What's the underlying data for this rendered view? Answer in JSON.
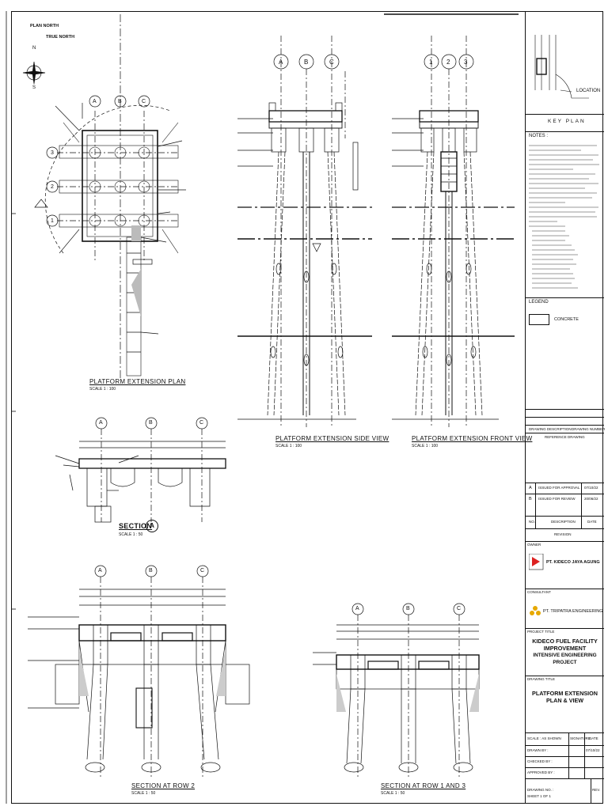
{
  "plan": {
    "north_labels": [
      "PLAN NORTH",
      "TRUE NORTH"
    ],
    "compass_letters": [
      "N",
      "S"
    ],
    "grid_cols": [
      "A",
      "B",
      "C"
    ],
    "grid_rows": [
      "3",
      "2",
      "1"
    ],
    "caption": "PLATFORM EXTENSION PLAN",
    "scale": "SCALE 1 : 100"
  },
  "side_view": {
    "grid": [
      "A",
      "B",
      "C"
    ],
    "caption": "PLATFORM EXTENSION SIDE VIEW",
    "scale": "SCALE 1 : 100"
  },
  "front_view": {
    "grid": [
      "1",
      "2",
      "3"
    ],
    "caption": "PLATFORM EXTENSION FRONT VIEW",
    "scale": "SCALE 1 : 100"
  },
  "section_a": {
    "grid": [
      "A",
      "B",
      "C"
    ],
    "caption": "SECTION",
    "tag": "A",
    "scale": "SCALE 1 : 50"
  },
  "section_row2": {
    "grid": [
      "A",
      "B",
      "C"
    ],
    "caption": "SECTION AT ROW 2",
    "scale": "SCALE 1 : 50"
  },
  "section_row13": {
    "grid": [
      "A",
      "B",
      "C"
    ],
    "caption": "SECTION AT ROW 1 AND 3",
    "scale": "SCALE 1 : 50"
  },
  "title_block": {
    "location_label": "LOCATION",
    "key_plan": "KEY PLAN",
    "notes_label": "NOTES :",
    "legend_label": "LEGEND",
    "legend_item": "CONCRETE",
    "ref_header": [
      "DRAWING NUMBER",
      "DRAWING DESCRIPTION"
    ],
    "ref_label": "REFERENCE DRAWING",
    "revisions": [
      {
        "no": "A",
        "desc": "ISSUED FOR APPROVAL",
        "date": "07/10/22"
      },
      {
        "no": "B",
        "desc": "ISSUED FOR REVIEW",
        "date": "20/06/22"
      }
    ],
    "rev_header": [
      "NO.",
      "DESCRIPTION",
      "DATE"
    ],
    "revision_label": "REVISION",
    "owner_label": "OWNER",
    "owner_name": "PT. KIDECO JAYA AGUNG",
    "consultant_label": "CONSULTANT",
    "consultant_name": "PT. TRIPATRA ENGINEERING",
    "project_title_label": "PROJECT TITLE",
    "project_title": [
      "KIDECO FUEL FACILITY",
      "IMPROVEMENT",
      "INTENSIVE ENGINEERING PROJECT"
    ],
    "drawing_title_label": "DRAWING TITLE",
    "drawing_title": [
      "PLATFORM EXTENSION",
      "PLAN & VIEW"
    ],
    "scale_row": "SCALE : AS SHOWN",
    "drawn_by": "DRAWN BY :",
    "checked_by": "CHECKED BY :",
    "approved_by": "APPROVED BY :",
    "signature": "SIGNATURE",
    "date_label": "DATE",
    "date_value": "07/10/22",
    "drawing_no": "DRAWING NO. :",
    "sheet": "SHEET 1 OF 1",
    "rev": "REV."
  }
}
